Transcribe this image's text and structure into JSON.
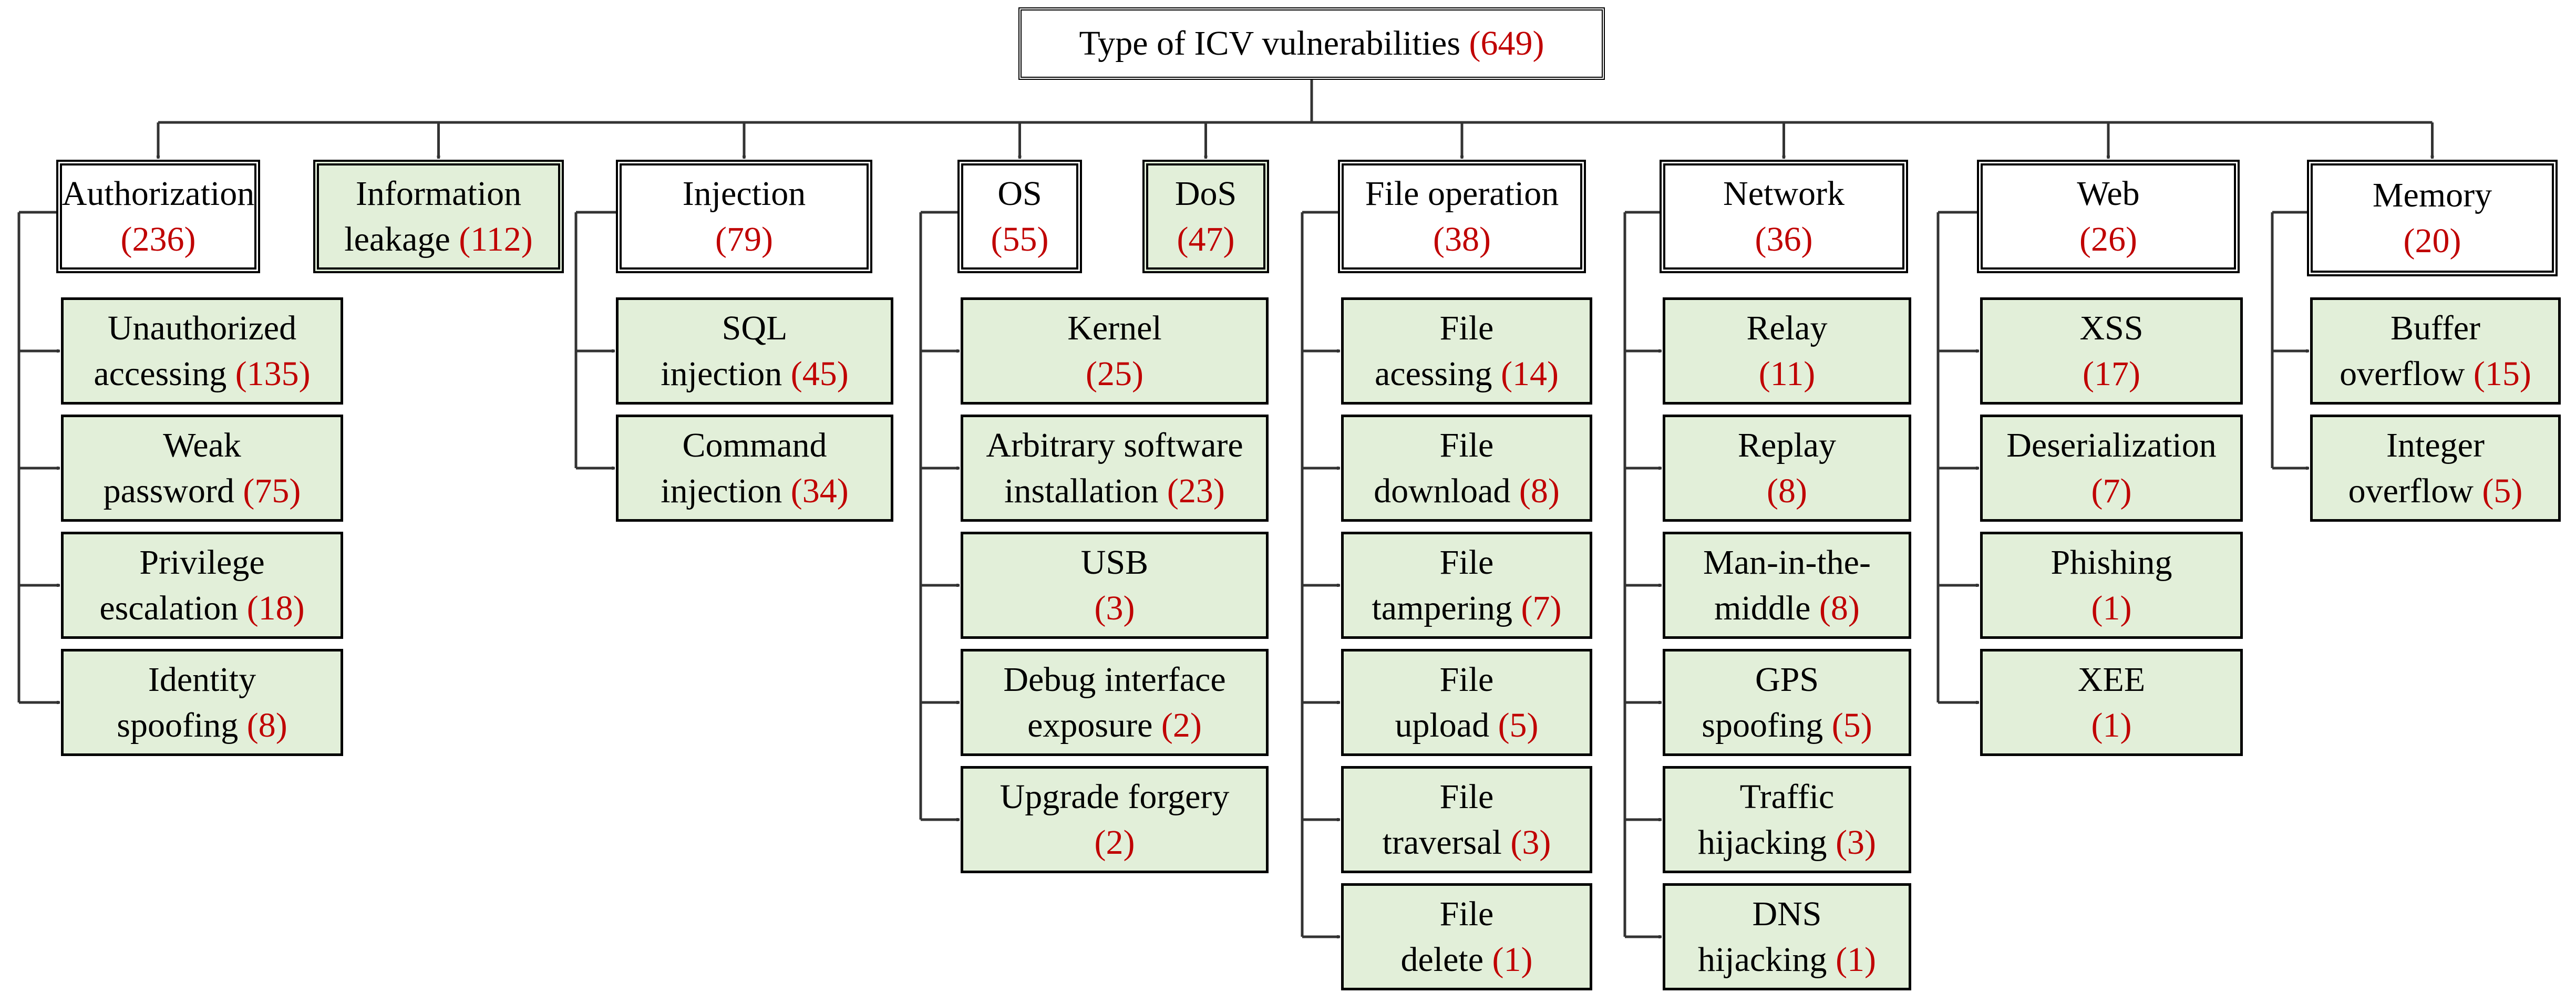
{
  "root": {
    "label": "Type of ICV vulnerabilities",
    "count": "(649)"
  },
  "categories": [
    {
      "id": "authorization",
      "lines": [
        "Authorization"
      ],
      "count": "(236)",
      "highlight": false,
      "children": [
        {
          "id": "unauthorized-accessing",
          "lines": [
            "Unauthorized",
            "accessing"
          ],
          "count": "(135)"
        },
        {
          "id": "weak-password",
          "lines": [
            "Weak",
            "password"
          ],
          "count": "(75)"
        },
        {
          "id": "privilege-escalation",
          "lines": [
            "Privilege",
            "escalation"
          ],
          "count": "(18)"
        },
        {
          "id": "identity-spoofing",
          "lines": [
            "Identity",
            "spoofing"
          ],
          "count": "(8)"
        }
      ]
    },
    {
      "id": "information-leakage",
      "lines": [
        "Information",
        "leakage"
      ],
      "count": "(112)",
      "highlight": true,
      "children": []
    },
    {
      "id": "injection",
      "lines": [
        "Injection"
      ],
      "count": "(79)",
      "highlight": false,
      "children": [
        {
          "id": "sql-injection",
          "lines": [
            "SQL",
            "injection"
          ],
          "count": "(45)"
        },
        {
          "id": "command-injection",
          "lines": [
            "Command",
            "injection"
          ],
          "count": "(34)"
        }
      ]
    },
    {
      "id": "os",
      "lines": [
        "OS"
      ],
      "count": "(55)",
      "highlight": false,
      "children": [
        {
          "id": "kernel",
          "lines": [
            "Kernel"
          ],
          "count": "(25)"
        },
        {
          "id": "arbitrary-software-installation",
          "lines": [
            "Arbitrary software",
            "installation"
          ],
          "count": "(23)"
        },
        {
          "id": "usb",
          "lines": [
            "USB"
          ],
          "count": "(3)"
        },
        {
          "id": "debug-interface-exposure",
          "lines": [
            "Debug interface",
            "exposure"
          ],
          "count": "(2)"
        },
        {
          "id": "upgrade-forgery",
          "lines": [
            "Upgrade forgery"
          ],
          "count": "(2)"
        }
      ]
    },
    {
      "id": "dos",
      "lines": [
        "DoS"
      ],
      "count": "(47)",
      "highlight": true,
      "children": []
    },
    {
      "id": "file-operation",
      "lines": [
        "File operation"
      ],
      "count": "(38)",
      "highlight": false,
      "children": [
        {
          "id": "file-acessing",
          "lines": [
            "File",
            "acessing"
          ],
          "count": "(14)"
        },
        {
          "id": "file-download",
          "lines": [
            "File",
            "download"
          ],
          "count": "(8)"
        },
        {
          "id": "file-tampering",
          "lines": [
            "File",
            "tampering"
          ],
          "count": "(7)"
        },
        {
          "id": "file-upload",
          "lines": [
            "File",
            "upload"
          ],
          "count": "(5)"
        },
        {
          "id": "file-traversal",
          "lines": [
            "File",
            "traversal"
          ],
          "count": "(3)"
        },
        {
          "id": "file-delete",
          "lines": [
            "File",
            "delete"
          ],
          "count": "(1)"
        }
      ]
    },
    {
      "id": "network",
      "lines": [
        "Network"
      ],
      "count": "(36)",
      "highlight": false,
      "children": [
        {
          "id": "relay",
          "lines": [
            "Relay"
          ],
          "count": "(11)"
        },
        {
          "id": "replay",
          "lines": [
            "Replay"
          ],
          "count": "(8)"
        },
        {
          "id": "man-in-the-middle",
          "lines": [
            "Man-in-the-",
            "middle"
          ],
          "count": "(8)"
        },
        {
          "id": "gps-spoofing",
          "lines": [
            "GPS",
            "spoofing"
          ],
          "count": "(5)"
        },
        {
          "id": "traffic-hijacking",
          "lines": [
            "Traffic",
            "hijacking"
          ],
          "count": "(3)"
        },
        {
          "id": "dns-hijacking",
          "lines": [
            "DNS",
            "hijacking"
          ],
          "count": "(1)"
        }
      ]
    },
    {
      "id": "web",
      "lines": [
        "Web"
      ],
      "count": "(26)",
      "highlight": false,
      "children": [
        {
          "id": "xss",
          "lines": [
            "XSS"
          ],
          "count": "(17)"
        },
        {
          "id": "deserialization",
          "lines": [
            "Deserialization"
          ],
          "count": "(7)"
        },
        {
          "id": "phishing",
          "lines": [
            "Phishing"
          ],
          "count": "(1)"
        },
        {
          "id": "xee",
          "lines": [
            "XEE"
          ],
          "count": "(1)"
        }
      ]
    },
    {
      "id": "memory",
      "lines": [
        "Memory"
      ],
      "count": "(20)",
      "highlight": false,
      "children": [
        {
          "id": "buffer-overflow",
          "lines": [
            "Buffer",
            "overflow"
          ],
          "count": "(15)"
        },
        {
          "id": "integer-overflow",
          "lines": [
            "Integer",
            "overflow"
          ],
          "count": "(5)"
        }
      ]
    }
  ],
  "colors": {
    "count_text": "#c00000",
    "leaf_fill": "#e2efd9",
    "line": "#333333"
  }
}
